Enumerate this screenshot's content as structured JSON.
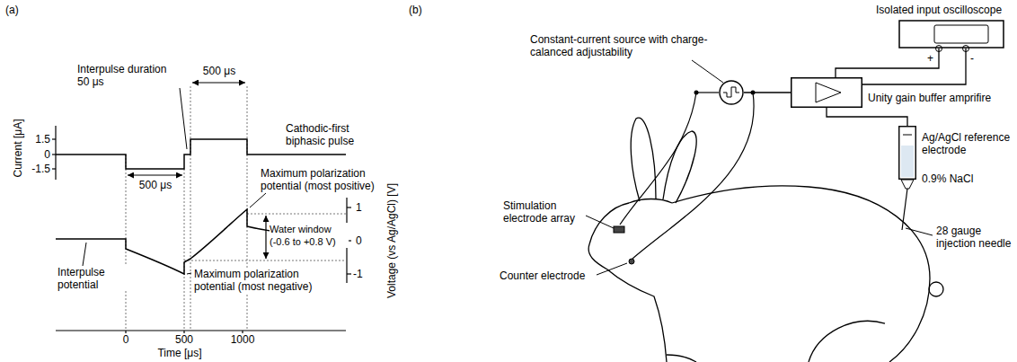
{
  "diagram": {
    "nodes": [
      {
        "text": [
          "Isolated input oscilloscope"
        ]
      },
      {
        "text": [
          "Unity gain buffer amprifire"
        ]
      },
      {
        "text": [
          "Constant-current source with charge-calanced adjustability"
        ]
      },
      {
        "text": [
          "Ag/AgCl reference electrode",
          "0.9% NaCl"
        ]
      }
    ],
    "edges": [
      {
        "from": 1,
        "to": 0,
        "arrow": "none"
      },
      {
        "from": 1,
        "to": 0,
        "arrow": "none"
      },
      {
        "from": 2,
        "to": 1,
        "arrow": "none"
      },
      {
        "from": 3,
        "to": 1,
        "arrow": "none"
      }
    ],
    "labels": [
      "(a)",
      "(b)",
      "Current [μA]",
      "1.5",
      "0",
      "-1.5",
      "Interpulse duration 50 μs",
      "500 μs",
      "500 μs",
      "Cathodic-first biphasic pulse",
      "Maximum polarization potential (most positive)",
      "Water window (-0.6 to +0.8 V)",
      "Voltage (vs Ag/AgCl) [V]",
      "1",
      "0",
      "-1",
      "Interpulse potential",
      "Maximum polarization potential (most negative)",
      "0",
      "500",
      "1000",
      "Time [μs]",
      "Stimulation electrode array",
      "Counter electrode",
      "+",
      "-",
      "28 gauge injection needle"
    ]
  }
}
